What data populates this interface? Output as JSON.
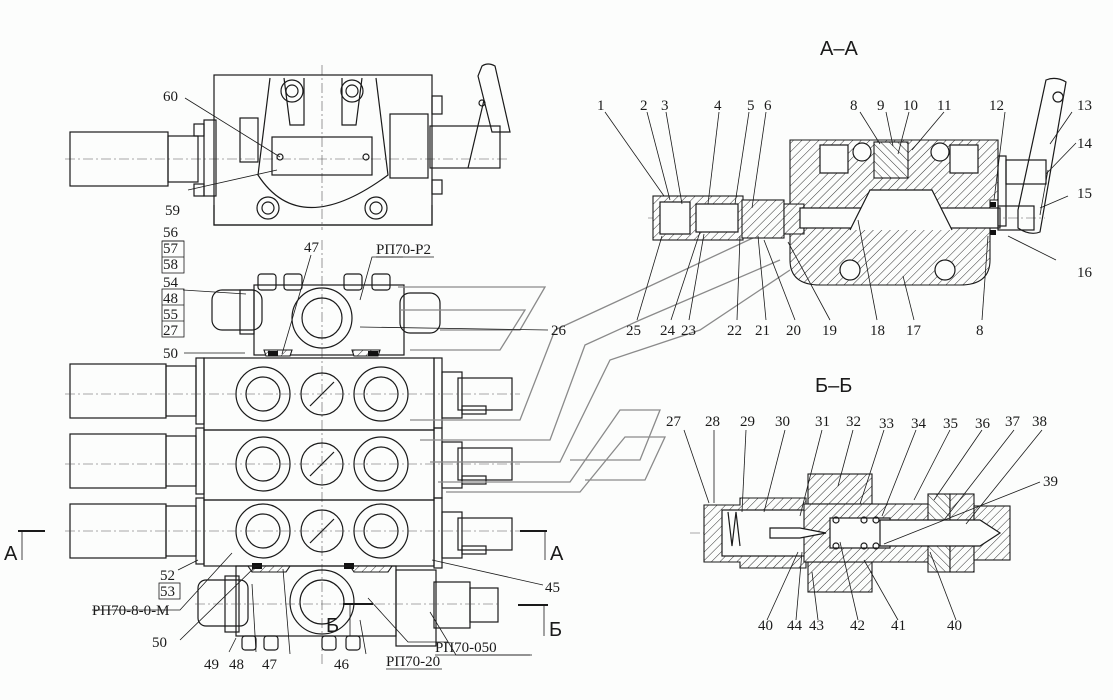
{
  "drawing": {
    "type": "hydraulic distributor assembly drawing",
    "section_titles": {
      "aa": "А–А",
      "bb": "Б–Б"
    },
    "section_markers": {
      "a_left": "А",
      "a_right": "А",
      "b_top": "Б",
      "b_right": "Б"
    },
    "part_codes": {
      "top_section": "РП70-Р2",
      "work_section": "РП70-8-0-М",
      "bottom_section": "РП70-20",
      "valve": "РП70-050"
    },
    "top_view_labels": [
      "60",
      "59"
    ],
    "left_stack_labels": [
      "56",
      "57",
      "58",
      "54",
      "48",
      "55",
      "27"
    ],
    "front_view_labels": {
      "l47_top": "47",
      "l50_top": "50",
      "l26": "26",
      "l52": "52",
      "l53": "53",
      "l50_bottom": "50",
      "l45": "45",
      "l49": "49",
      "l48": "48",
      "l47_bottom": "47",
      "l46": "46"
    },
    "section_aa_top_labels": [
      "1",
      "2",
      "3",
      "4",
      "5",
      "6",
      "8",
      "9",
      "10",
      "11",
      "12",
      "13",
      "14",
      "15",
      "16"
    ],
    "section_aa_bottom_labels": [
      "25",
      "24",
      "23",
      "22",
      "21",
      "20",
      "19",
      "18",
      "17",
      "8"
    ],
    "section_bb_top_labels": [
      "27",
      "28",
      "29",
      "30",
      "31",
      "32",
      "33",
      "34",
      "35",
      "36",
      "37",
      "38",
      "39"
    ],
    "section_bb_bottom_labels": [
      "40",
      "44",
      "43",
      "42",
      "41",
      "40"
    ]
  }
}
